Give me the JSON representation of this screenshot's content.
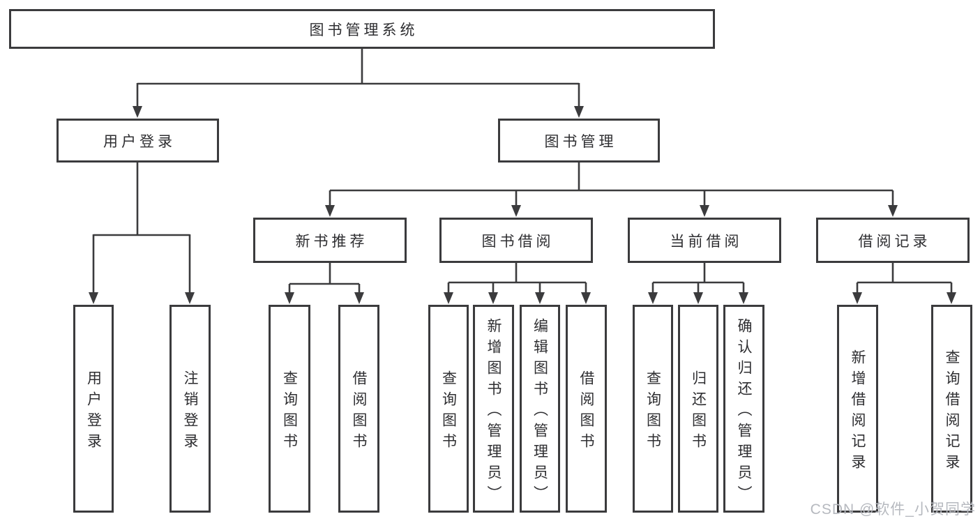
{
  "diagram": {
    "watermark": "CSDN @软件_小贺同学",
    "colors": {
      "line": "#3b3b3d",
      "box_border": "#3b3b3d",
      "text": "#2e2e31",
      "watermark_text": "#b6b9bf",
      "background": "#ffffff"
    },
    "root": {
      "label": "图书管理系统"
    },
    "level2": [
      {
        "label": "用户登录"
      },
      {
        "label": "图书管理"
      }
    ],
    "level3": [
      {
        "label": "新书推荐"
      },
      {
        "label": "图书借阅"
      },
      {
        "label": "当前借阅"
      },
      {
        "label": "借阅记录"
      }
    ],
    "leaves": {
      "user_login": [
        "用户登录",
        "注销登录"
      ],
      "new_book": [
        "查询图书",
        "借阅图书"
      ],
      "book_borrow": [
        "查询图书",
        "新增图书（管理员）",
        "编辑图书（管理员）",
        "借阅图书"
      ],
      "current_borrow": [
        "查询图书",
        "归还图书",
        "确认归还（管理员）"
      ],
      "borrow_record": [
        "新增借阅记录",
        "查询借阅记录"
      ]
    }
  }
}
